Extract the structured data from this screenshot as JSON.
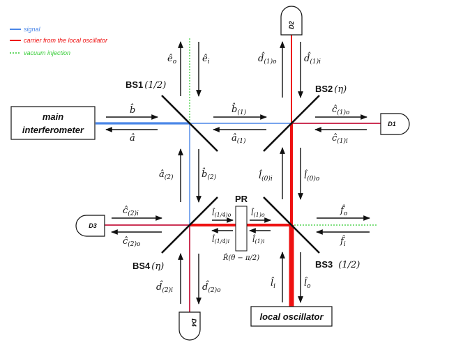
{
  "legend": {
    "signal": "signal",
    "carrier": "carrier from the local oscillator",
    "vacuum": "vacuum injection"
  },
  "colors": {
    "signal": "#4a86e8",
    "carrier": "#ee1111",
    "vacuum": "#33cc33",
    "ink": "#111111"
  },
  "boxes": {
    "main_line1": "main",
    "main_line2": "interferometer",
    "local_oscillator": "local oscillator"
  },
  "detectors": {
    "d1": "D1",
    "d2": "D2",
    "d3": "D3",
    "d4": "D4"
  },
  "beamsplitters": {
    "bs1": "BS1",
    "bs1_ratio": "(1/2)",
    "bs2": "BS2",
    "bs2_ratio": "(η)",
    "bs3": "BS3",
    "bs3_ratio": "(1/2)",
    "bs4": "BS4",
    "bs4_ratio": "(η)"
  },
  "rotator": {
    "label": "PR",
    "operator": "R̂(θ − π/2)"
  },
  "fields": {
    "e_o": "ê",
    "e_o_sub": "o",
    "e_i": "ê",
    "e_i_sub": "i",
    "b": "b̂",
    "a": "â",
    "b1": "b̂",
    "b1_sub": "(1)",
    "a1": "â",
    "a1_sub": "(1)",
    "d1o": "d̂",
    "d1o_sub": "(1)o",
    "d1i": "d̂",
    "d1i_sub": "(1)i",
    "c1o": "ĉ",
    "c1o_sub": "(1)o",
    "c1i": "ĉ",
    "c1i_sub": "(1)i",
    "a2": "â",
    "a2_sub": "(2)",
    "b2": "b̂",
    "b2_sub": "(2)",
    "l0i": "l̂",
    "l0i_sub": "(0)i",
    "l0o": "l̂",
    "l0o_sub": "(0)o",
    "c2i": "ĉ",
    "c2i_sub": "(2)i",
    "c2o": "ĉ",
    "c2o_sub": "(2)o",
    "l14o": "l̂",
    "l14o_sub": "(1/4)o",
    "l1o": "l̂",
    "l1o_sub": "(1)o",
    "l14i": "l̂",
    "l14i_sub": "(1/4)i",
    "l1i": "l̂",
    "l1i_sub": "(1)i",
    "f_o": "f̂",
    "f_o_sub": "o",
    "f_i": "f̂",
    "f_i_sub": "i",
    "d2i": "d̂",
    "d2i_sub": "(2)i",
    "d2o": "d̂",
    "d2o_sub": "(2)o",
    "l_i": "l̂",
    "l_i_sub": "i",
    "l_o": "l̂",
    "l_o_sub": "o"
  }
}
